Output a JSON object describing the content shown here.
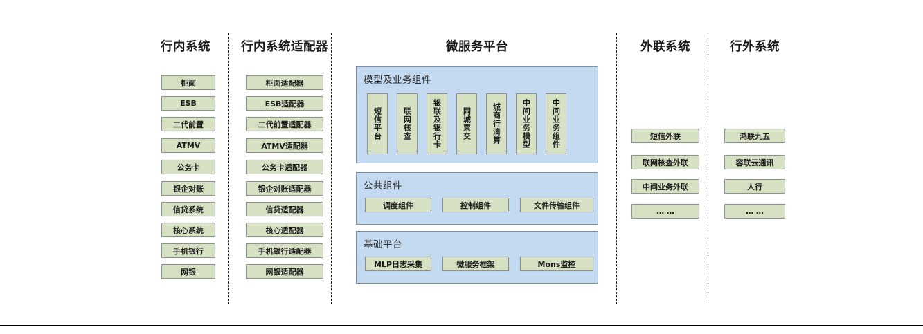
{
  "diagram": {
    "title_bar": "",
    "columns": [
      {
        "id": "in-bank",
        "title": "行内系统",
        "items": [
          "柜面",
          "ESB",
          "二代前置",
          "ATMV",
          "公务卡",
          "银企对账",
          "信贷系统",
          "核心系统",
          "手机银行",
          "网银"
        ]
      },
      {
        "id": "in-bank-adapter",
        "title": "行内系统适配器",
        "items": [
          "柜面适配器",
          "ESB适配器",
          "二代前置适配器",
          "ATMV适配器",
          "公务卡适配器",
          "银企对账适配器",
          "信贷适配器",
          "核心适配器",
          "手机银行适配器",
          "网银适配器"
        ]
      },
      {
        "id": "microservice-platform",
        "title": "微服务平台",
        "groups": [
          {
            "id": "model-business-components",
            "label": "模型及业务组件",
            "orientation": "vertical",
            "items": [
              "短信平台",
              "联网核查",
              "银联及银行卡",
              "同城票交",
              "城商行清算",
              "中间业务模型",
              "中间业务组件"
            ]
          },
          {
            "id": "public-components",
            "label": "公共组件",
            "orientation": "horizontal",
            "items": [
              "调度组件",
              "控制组件",
              "文件传输组件"
            ]
          },
          {
            "id": "base-platform",
            "label": "基础平台",
            "orientation": "horizontal",
            "items": [
              "MLP日志采集",
              "微服务框架",
              "Mons监控"
            ]
          }
        ]
      },
      {
        "id": "external-link",
        "title": "外联系统",
        "items": [
          "短信外联",
          "联网核查外联",
          "中间业务外联",
          "… …"
        ]
      },
      {
        "id": "off-bank",
        "title": "行外系统",
        "items": [
          "鸿联九五",
          "容联云通讯",
          "人行",
          "… …"
        ]
      }
    ]
  },
  "colors": {
    "leaf_fill": "#d6e0c2",
    "leaf_border": "#8f8f8f",
    "panel_fill": "#c3daf0",
    "panel_border": "#7f8fa0",
    "text": "#1d1d1d",
    "divider": "#111111"
  }
}
